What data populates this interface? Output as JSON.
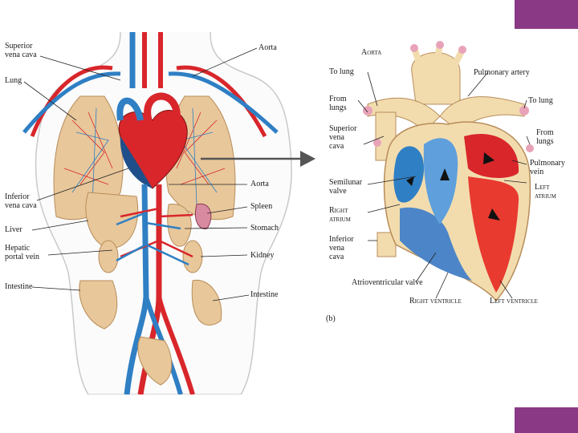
{
  "colors": {
    "accent": "#8a3a85",
    "artery": "#d8262b",
    "vein": "#2f7fc4",
    "lung_tissue": "#e8c79a",
    "skin_outline": "#c9c9c9",
    "heart_wall": "#f2dcae"
  },
  "panel_a": {
    "labels": {
      "superior_vena_cava": "Superior\nvena cava",
      "aorta_top": "Aorta",
      "lung": "Lung",
      "inferior_vena_cava": "Inferior\nvena cava",
      "aorta_mid": "Aorta",
      "spleen": "Spleen",
      "liver": "Liver",
      "stomach": "Stomach",
      "hepatic_portal_vein": "Hepatic\nportal vein",
      "kidney": "Kidney",
      "intestine_left": "Intestine",
      "intestine_right": "Intestine"
    }
  },
  "panel_b": {
    "panel_letter": "(b)",
    "labels": {
      "aorta": "Aorta",
      "to_lung_left": "To lung",
      "pulmonary_artery": "Pulmonary artery",
      "from_lungs_left": "From\nlungs",
      "to_lung_right": "To lung",
      "superior_vena_cava": "Superior\nvena\ncava",
      "from_lungs_right": "From\nlungs",
      "pulmonary_vein": "Pulmonary\nvein",
      "semilunar_valve": "Semilunar\nvalve",
      "left_atrium": "Left\natrium",
      "right_atrium": "Right\natrium",
      "inferior_vena_cava": "Inferior\nvena\ncava",
      "atrioventricular_valve": "Atrioventricular valve",
      "right_ventricle": "Right ventricle",
      "left_ventricle": "Left ventricle"
    }
  }
}
